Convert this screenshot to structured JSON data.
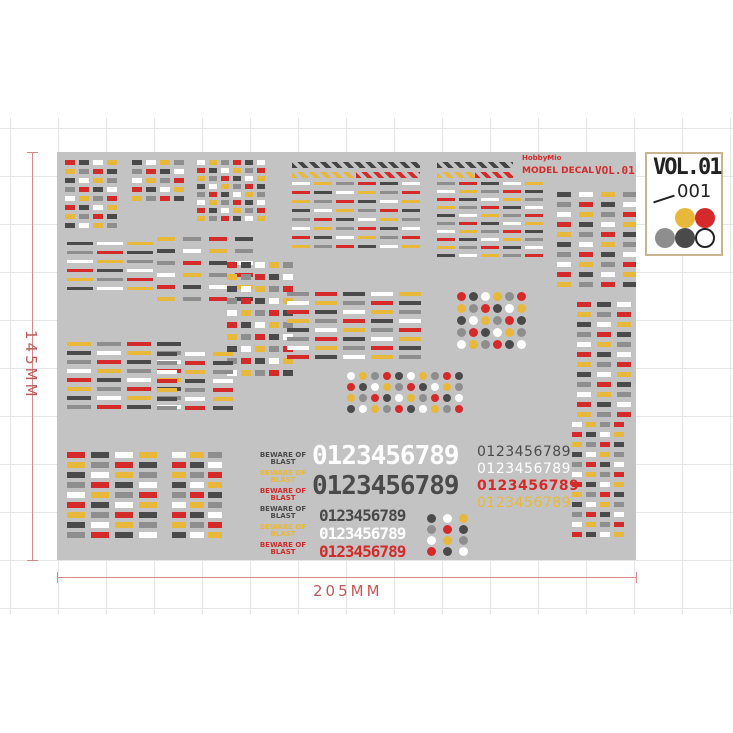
{
  "dimensions": {
    "height_label": "145MM",
    "width_label": "205MM"
  },
  "card": {
    "volume": "VOL.01",
    "number": "001",
    "swatches": [
      "#e8b83a",
      "#d42a2a",
      "#8e8e8e",
      "#4a4a4a",
      "#ffffff"
    ]
  },
  "sheet": {
    "brand": "HobbyMio",
    "title": "MODEL DECAL",
    "volume": "VOL.01",
    "digits": "0123456789",
    "warning": "BEWARE OF BLAST",
    "colors": {
      "background": "#c3c3c3",
      "red": "#d42a2a",
      "yellow": "#e8b83a",
      "dark": "#4a4a4a",
      "white": "#ffffff"
    }
  }
}
